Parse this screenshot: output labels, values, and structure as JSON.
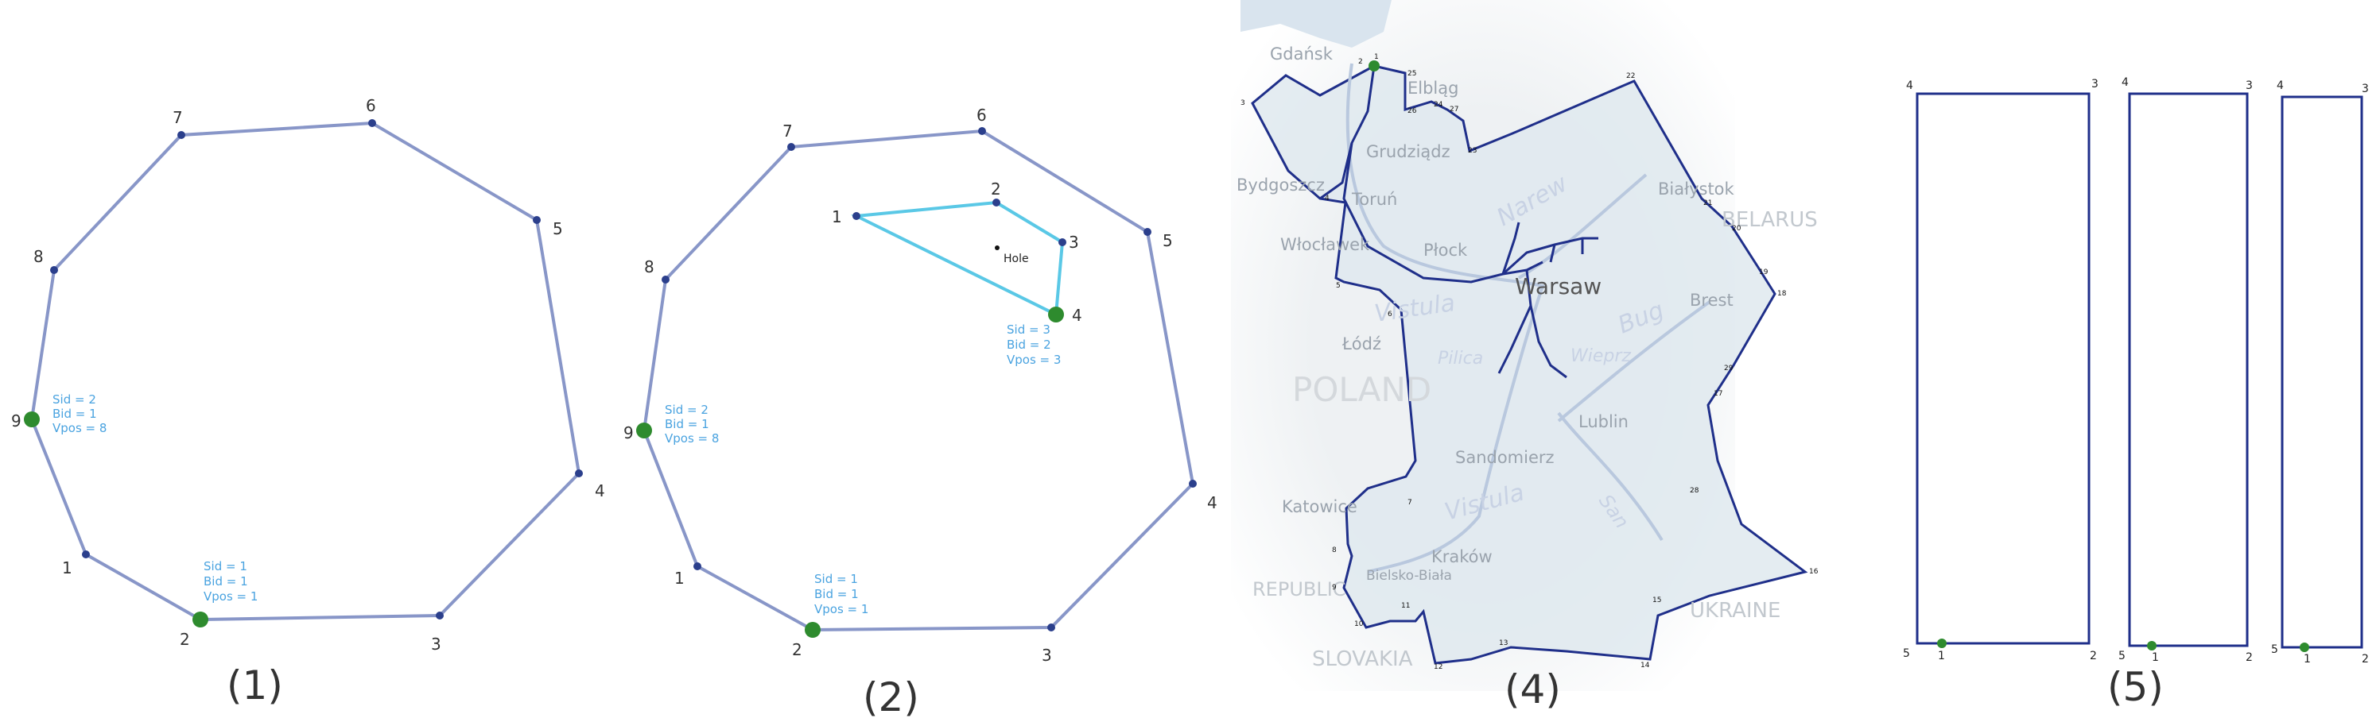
{
  "panels": {
    "p1": {
      "caption": "(1)",
      "vertex_labels": [
        "1",
        "2",
        "3",
        "4",
        "5",
        "6",
        "7",
        "8",
        "9"
      ],
      "annotations": [
        {
          "lines": [
            "Sid = 2",
            "Bid = 1",
            "Vpos = 8"
          ]
        },
        {
          "lines": [
            "Sid = 1",
            "Bid = 1",
            "Vpos = 1"
          ]
        }
      ]
    },
    "p2": {
      "caption": "(2)",
      "vertex_labels": [
        "1",
        "2",
        "3",
        "4",
        "5",
        "6",
        "7",
        "8",
        "9"
      ],
      "hole_labels": [
        "1",
        "2",
        "3",
        "4"
      ],
      "hole_text": "Hole",
      "annotations": [
        {
          "lines": [
            "Sid = 2",
            "Bid = 1",
            "Vpos = 8"
          ]
        },
        {
          "lines": [
            "Sid = 1",
            "Bid = 1",
            "Vpos = 1"
          ]
        },
        {
          "lines": [
            "Sid = 3",
            "Bid = 2",
            "Vpos = 3"
          ]
        }
      ]
    },
    "p4": {
      "caption": "(4)",
      "places": [
        "Gdańsk",
        "Elbląg",
        "Grudziądz",
        "Toruń",
        "Bydgoszcz",
        "Włocławek",
        "Płock",
        "Warsaw",
        "Białystok",
        "Brest",
        "Łódź",
        "Lublin",
        "Sandomierz",
        "Katowice",
        "Kraków",
        "Bielsko-Biała",
        "Narew",
        "Vistula",
        "Bug",
        "Pilica",
        "Wieprz",
        "San",
        "Vistula",
        "POLAND",
        "UKRAINE",
        "BELARUS",
        "SLOVAKIA",
        "REPUBLIC"
      ],
      "vertex_labels": [
        "1",
        "2",
        "3",
        "4",
        "5",
        "6",
        "7",
        "8",
        "9",
        "10",
        "11",
        "12",
        "13",
        "14",
        "15",
        "16",
        "17",
        "18",
        "19",
        "20",
        "21",
        "22",
        "23",
        "24",
        "25",
        "26",
        "27",
        "28",
        "29"
      ]
    },
    "p5": {
      "caption": "(5)",
      "rects": [
        {
          "labels": [
            "1",
            "2",
            "3",
            "4",
            "5"
          ]
        },
        {
          "labels": [
            "1",
            "2",
            "3",
            "4",
            "5"
          ]
        },
        {
          "labels": [
            "1",
            "2",
            "3",
            "4",
            "5"
          ]
        }
      ]
    }
  },
  "colors": {
    "edge": "#8896c8",
    "hole": "#5ac8e6",
    "start_vertex": "#2e8b2e",
    "annotation": "#4aa3e0",
    "map_region": "#dfe9ef",
    "map_outline": "#1f2f8a"
  }
}
